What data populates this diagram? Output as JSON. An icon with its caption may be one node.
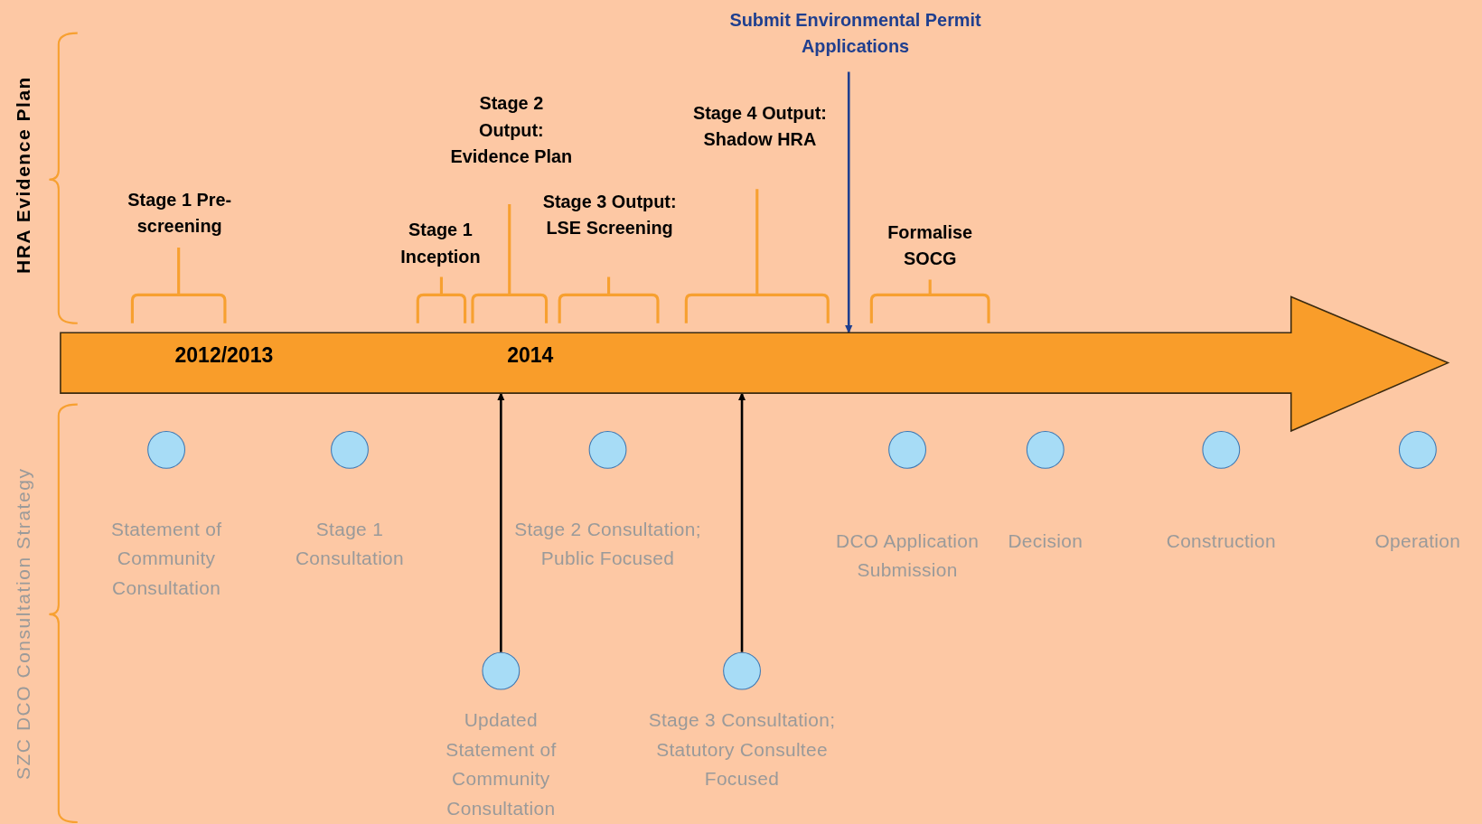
{
  "diagram": {
    "nodes": [
      {
        "text": [
          "2012/2013",
          "2014"
        ]
      },
      {
        "text": [
          "Submit Environmental Permit Applications"
        ]
      },
      {
        "text": [],
        "shape": "circle",
        "beside": [
          "Statement of Community Consultation"
        ]
      },
      {
        "text": [],
        "shape": "circle",
        "beside": [
          "Stage 1 Consultation"
        ]
      },
      {
        "text": [],
        "shape": "circle",
        "beside": [
          "Updated Statement of Community Consultation"
        ]
      },
      {
        "text": [],
        "shape": "circle",
        "beside": [
          "Stage 2 Consultation; Public Focused"
        ]
      },
      {
        "text": [],
        "shape": "circle",
        "beside": [
          "Stage 3 Consultation; Statutory Consultee Focused"
        ]
      },
      {
        "text": [],
        "shape": "circle",
        "beside": [
          "DCO Application Submission"
        ]
      },
      {
        "text": [],
        "shape": "circle",
        "beside": [
          "Decision"
        ]
      },
      {
        "text": [],
        "shape": "circle",
        "beside": [
          "Construction"
        ]
      },
      {
        "text": [],
        "shape": "circle",
        "beside": [
          "Operation"
        ]
      }
    ],
    "edges": [
      {
        "from": 1,
        "to": 0,
        "arrow": "to",
        "color": "#1f3f8f"
      },
      {
        "from": 4,
        "to": 0,
        "arrow": "to"
      },
      {
        "from": 6,
        "to": 0,
        "arrow": "to"
      }
    ],
    "labels": [
      "HRA Evidence Plan",
      "Stage 1 Pre-screening",
      "Stage 1 Inception",
      "Stage 2 Output: Evidence Plan",
      "Stage 3 Output: LSE Screening",
      "Stage 4 Output: Shadow HRA",
      "Formalise SOCG",
      "SZC DCO Consultation Strategy"
    ]
  }
}
